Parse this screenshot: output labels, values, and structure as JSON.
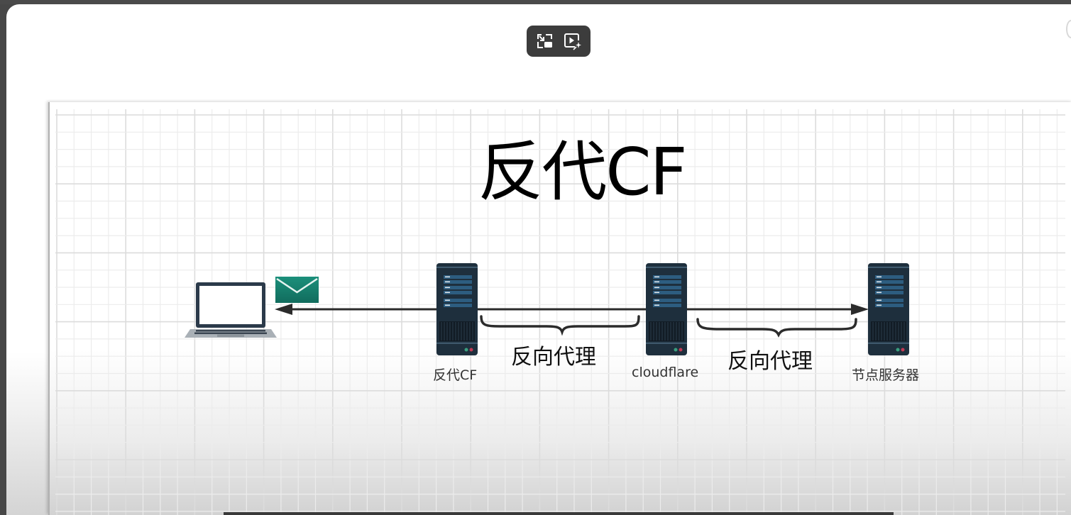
{
  "toolbar": {
    "buttons": [
      {
        "name": "exit-picture-in-picture",
        "icon": "pip-exit-icon"
      },
      {
        "name": "smart-video",
        "icon": "video-sparkle-icon"
      }
    ]
  },
  "diagram": {
    "title": "反代CF",
    "nodes": [
      {
        "id": "client",
        "type": "laptop",
        "label": ""
      },
      {
        "id": "reverse-cf",
        "type": "server",
        "label": "反代CF"
      },
      {
        "id": "cloudflare",
        "type": "server",
        "label": "cloudflare"
      },
      {
        "id": "node-server",
        "type": "server",
        "label": "节点服务器"
      }
    ],
    "edges": [
      {
        "from": "reverse-cf",
        "to": "client",
        "arrow": "to-client",
        "icon": "envelope-icon"
      },
      {
        "from": "reverse-cf",
        "to": "cloudflare",
        "arrow": "none"
      },
      {
        "from": "cloudflare",
        "to": "node-server",
        "arrow": "to-node-server"
      }
    ],
    "braces": [
      {
        "between": [
          "reverse-cf",
          "cloudflare"
        ],
        "label": "反向代理"
      },
      {
        "between": [
          "cloudflare",
          "node-server"
        ],
        "label": "反向代理"
      }
    ]
  },
  "colors": {
    "server_body": "#1e2f3d",
    "server_panel": "#2d5d80",
    "envelope": "#16806e",
    "led_green": "#3a9f7f",
    "led_red": "#c23a54",
    "line": "#2b2b2b"
  }
}
